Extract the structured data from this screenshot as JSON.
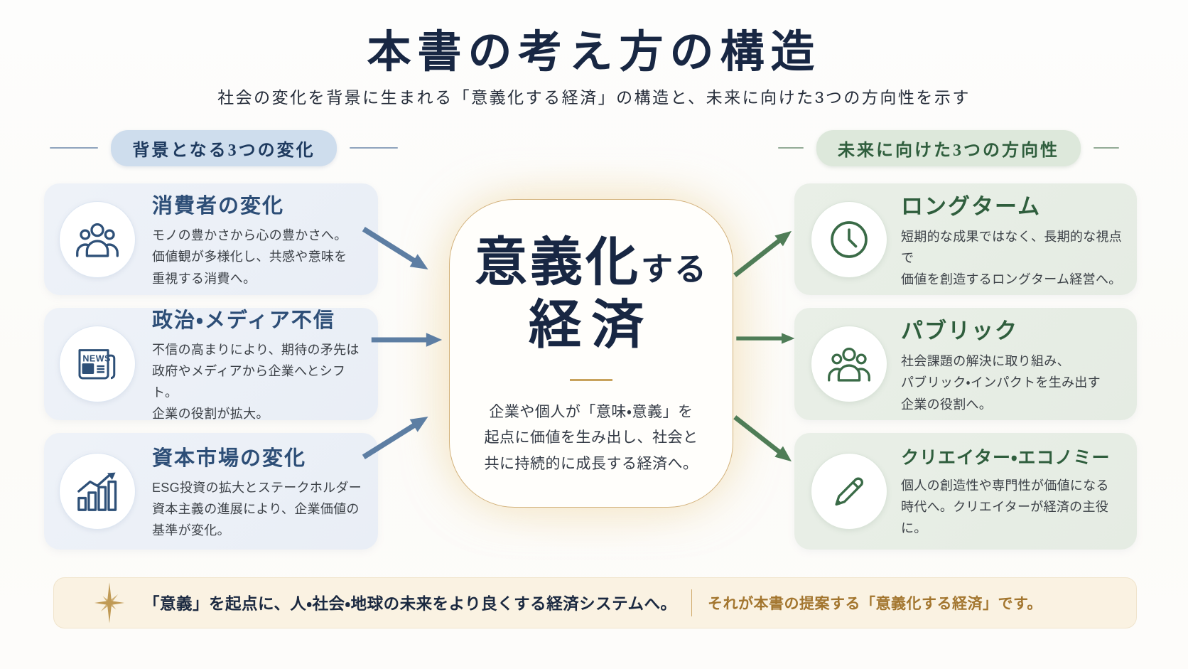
{
  "header": {
    "title": "本書の考え方の構造",
    "subtitle": "社会の変化を背景に生まれる「意義化する経済」の構造と、未来に向けた3つの方向性を示す"
  },
  "left_section": {
    "label": "背景となる3つの変化",
    "cards": [
      {
        "icon": "people-group-icon",
        "title": "消費者の変化",
        "body": "モノの豊かさから心の豊かさへ。\n価値観が多様化し、共感や意味を\n重視する消費へ。"
      },
      {
        "icon": "newspaper-icon",
        "icon_text": "NEWS",
        "title": "政治・メディア不信",
        "body": "不信の高まりにより、期待の矛先は\n政府やメディアから企業へとシフト。\n企業の役割が拡大。"
      },
      {
        "icon": "bar-chart-icon",
        "title": "資本市場の変化",
        "body": "ESG投資の拡大とステークホルダー\n資本主義の進展により、企業価値の\n基準が変化。"
      }
    ]
  },
  "center": {
    "title_line1_main": "意義化",
    "title_line1_suffix": "する",
    "title_line2": "経済",
    "body": "企業や個人が「意味・意義」を\n起点に価値を生み出し、社会と\n共に持続的に成長する経済へ。"
  },
  "right_section": {
    "label": "未来に向けた3つの方向性",
    "cards": [
      {
        "icon": "clock-icon",
        "title": "ロングターム",
        "body": "短期的な成果ではなく、長期的な視点で\n価値を創造するロングターム経営へ。"
      },
      {
        "icon": "people-group-icon",
        "title": "パブリック",
        "body": "社会課題の解決に取り組み、\nパブリック・インパクトを生み出す\n企業の役割へ。"
      },
      {
        "icon": "pencil-icon",
        "title": "クリエイター・エコノミー",
        "body": "個人の創造性や専門性が価値になる\n時代へ。クリエイターが経済の主役に。"
      }
    ]
  },
  "footer": {
    "icon": "compass-icon",
    "main_text": "「意義」を起点に、人・社会・地球の未来をより良くする経済システムへ。",
    "sub_text": "それが本書の提案する「意義化する経済」です。"
  },
  "colors": {
    "title_navy": "#182743",
    "blue_accent": "#2d4e77",
    "blue_icon": "#2e5078",
    "blue_arrow": "#5d7ea3",
    "blue_card_bg": "#edf1f7",
    "blue_pill_bg": "#cedded",
    "green_accent": "#2f5e3d",
    "green_icon": "#3a6b47",
    "green_arrow": "#4f7d57",
    "green_card_bg": "#e7ede5",
    "green_pill_bg": "#dde8db",
    "gold_border": "#d3b27c",
    "gold_divider": "#c8a25c",
    "gold_text": "#a3762f",
    "compass_gold": "#c09a55",
    "banner_bg": "#faf2e2",
    "body_text": "#3c4147"
  }
}
